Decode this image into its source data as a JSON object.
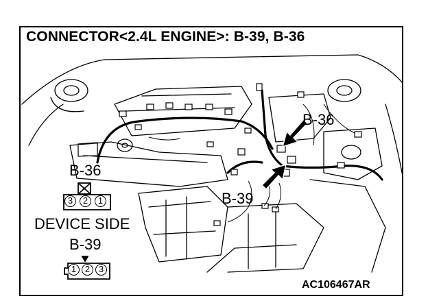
{
  "figure": {
    "title": "CONNECTOR<2.4L ENGINE>: B-39, B-36",
    "callouts": {
      "b36_pointer": "B-36",
      "b39_pointer": "B-39"
    },
    "legend": {
      "b36_name": "B-36",
      "b36_pins": [
        "3",
        "2",
        "1"
      ],
      "device_side": "DEVICE SIDE",
      "b39_name": "B-39",
      "b39_pins": [
        "1",
        "2",
        "3"
      ]
    },
    "figure_code": "AC106467AR"
  }
}
